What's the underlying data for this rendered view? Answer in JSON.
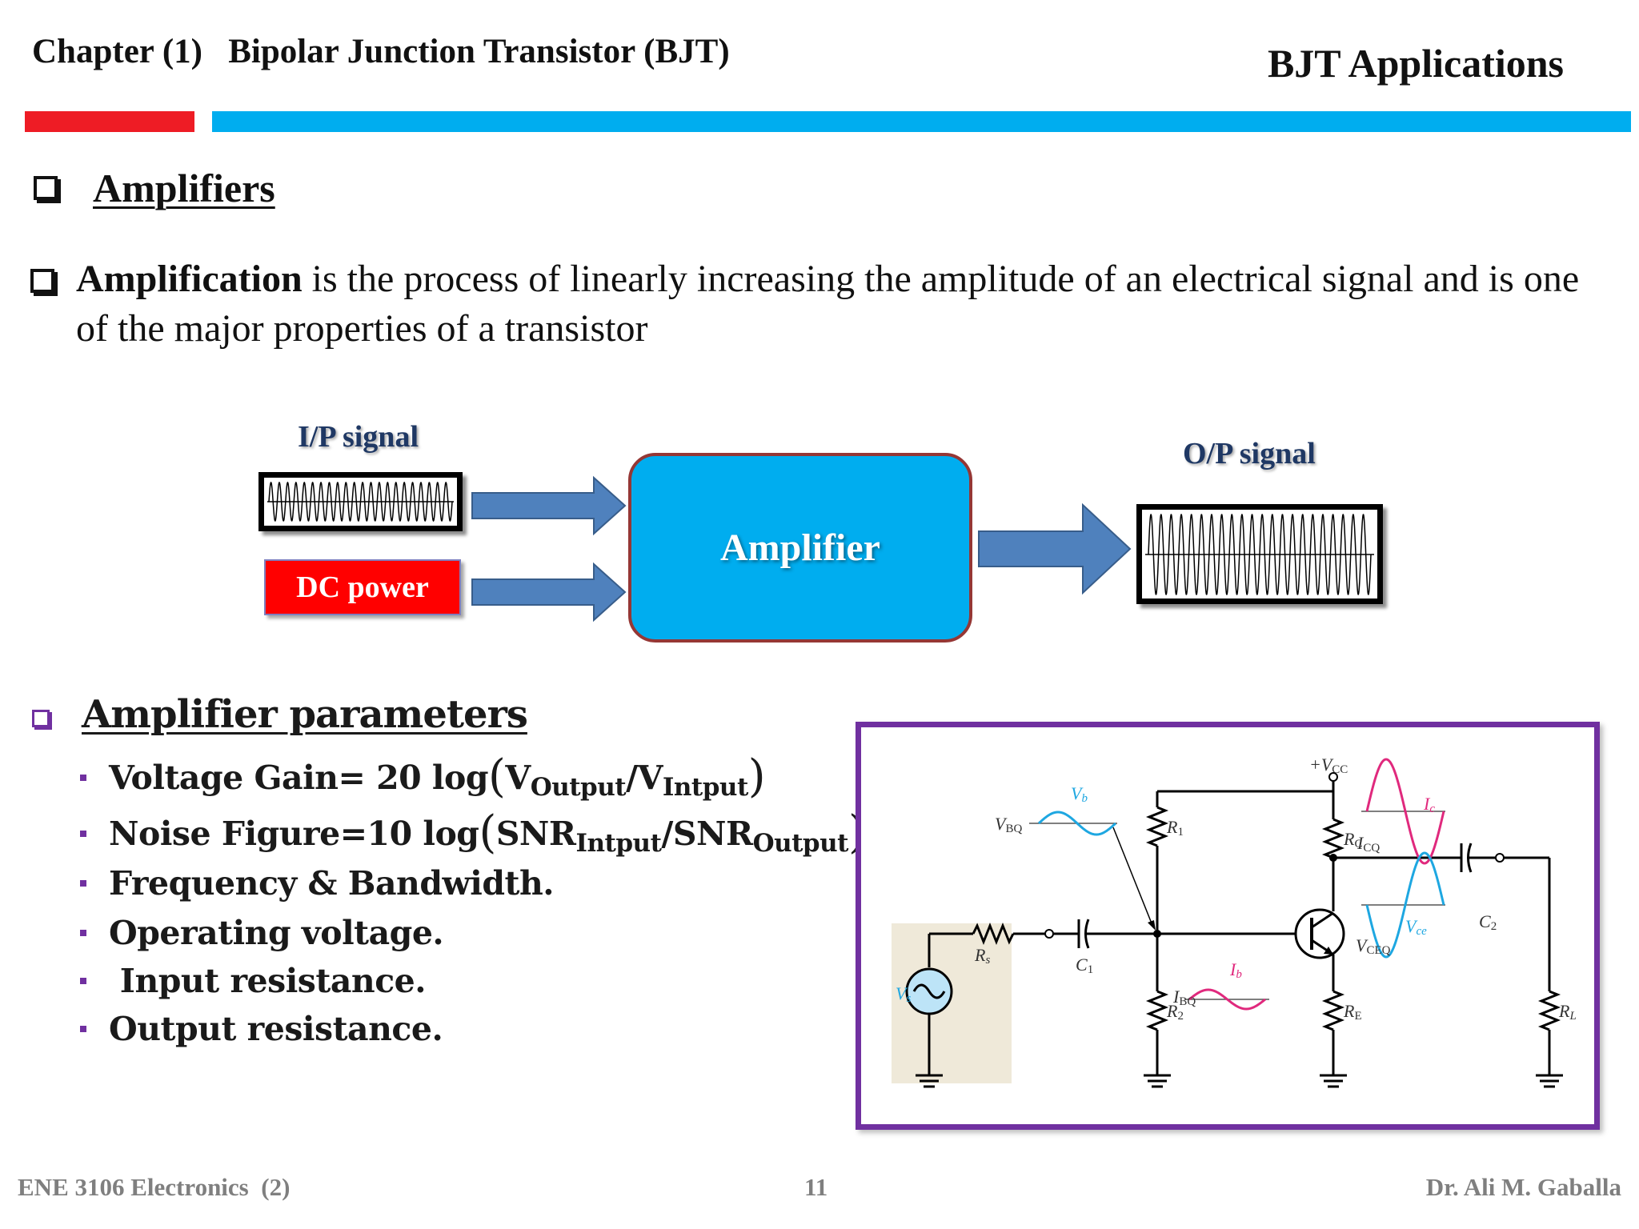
{
  "header": {
    "chapter": "Chapter (1)   Bipolar Junction Transistor (BJT)",
    "topic": "BJT Applications"
  },
  "section_amplifiers": {
    "title": "Amplifiers"
  },
  "definition": {
    "bold": "Amplification",
    "text": " is the process of linearly increasing the amplitude of an electrical signal and is one of the major properties of a transistor"
  },
  "block_diagram": {
    "input_label": "I/P signal",
    "dc_label": "DC power",
    "amp_label": "Amplifier",
    "output_label": "O/P signal",
    "colors": {
      "arrow": "#4f81bd",
      "amplifier": "#00adef",
      "dc": "#ff0000"
    }
  },
  "parameters": {
    "title": "Amplifier parameters",
    "items": [
      {
        "pre": "Voltage Gain= 20 log",
        "a": "V",
        "a_sub": "Output",
        "sep": "/",
        "b": "V",
        "b_sub": "Intput"
      },
      {
        "pre": "Noise Figure=10 log",
        "a": "SNR",
        "a_sub": "Intput",
        "sep": "/",
        "b": "SNR",
        "b_sub": "Output"
      },
      {
        "text": "Frequency & Bandwidth."
      },
      {
        "text": "Operating voltage."
      },
      {
        "text": " Input resistance."
      },
      {
        "text": "Output resistance."
      }
    ]
  },
  "circuit": {
    "vcc": "+V",
    "vcc_sub": "CC",
    "vb": "V",
    "vb_sub": "b",
    "vbq": "V",
    "vbq_sub": "BQ",
    "r1": "R",
    "r1_sub": "1",
    "r2": "R",
    "r2_sub": "2",
    "rc": "R",
    "rc_sub": "C",
    "re": "R",
    "re_sub": "E",
    "rs": "R",
    "rs_sub": "s",
    "rl": "R",
    "rl_sub": "L",
    "c1": "C",
    "c1_sub": "1",
    "c2": "C",
    "c2_sub": "2",
    "vs": "V",
    "vs_sub": "s",
    "ic": "I",
    "ic_sub": "c",
    "icq": "I",
    "icq_sub": "CQ",
    "ib": "I",
    "ib_sub": "b",
    "ibq": "I",
    "ibq_sub": "BQ",
    "vce": "V",
    "vce_sub": "ce",
    "vceq": "V",
    "vceq_sub": "CEQ",
    "colors": {
      "blue_wave": "#1ea7e1",
      "pink_wave": "#e0297d",
      "frame": "#7030a0",
      "source_bg": "#efe9d9"
    }
  },
  "footer": {
    "course": "ENE 3106 Electronics  (2)",
    "page": "11",
    "author": "Dr. Ali M. Gaballa"
  }
}
